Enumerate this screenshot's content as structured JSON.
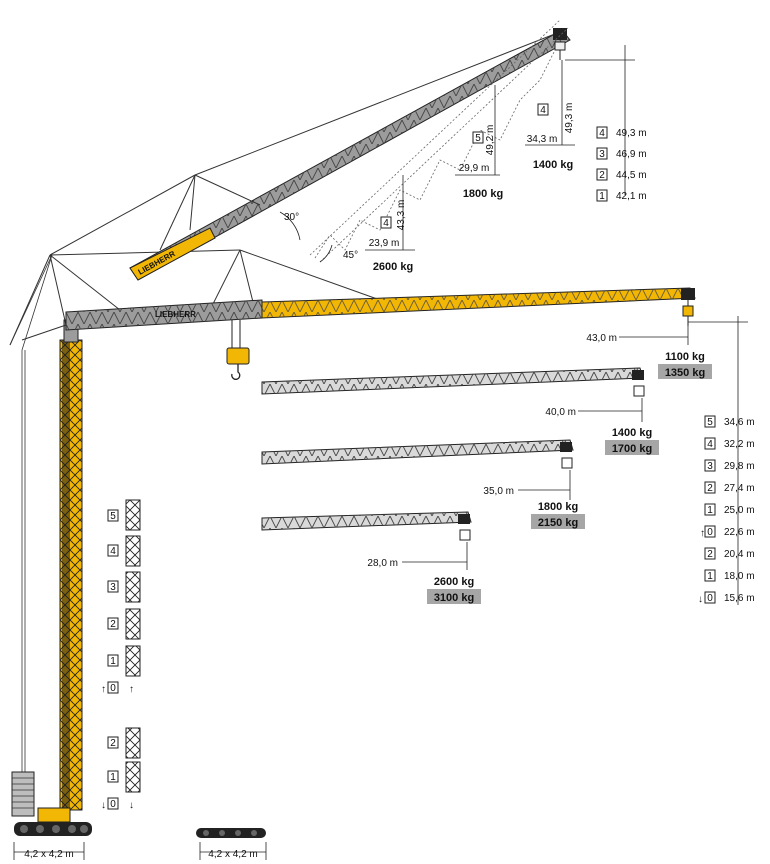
{
  "colors": {
    "yellow": "#f2b705",
    "grey": "#9c9c9c",
    "black": "#1a1a1a",
    "shade": "#a6a6a6"
  },
  "brand": "LIEBHERR",
  "luffing": {
    "angle_30": "30°",
    "angle_45": "45°",
    "configs": [
      {
        "box": "4",
        "height": "49,3 m",
        "radius": "34,3 m",
        "load": "1400 kg"
      },
      {
        "box": "5",
        "height": "49,2 m",
        "radius": "29,9 m",
        "load": "1800 kg"
      },
      {
        "box": "4",
        "height": "43,3 m",
        "radius": "23,9 m",
        "load": "2600 kg"
      }
    ],
    "height_table": [
      {
        "box": "4",
        "value": "49,3 m"
      },
      {
        "box": "3",
        "value": "46,9 m"
      },
      {
        "box": "2",
        "value": "44,5 m"
      },
      {
        "box": "1",
        "value": "42,1 m"
      }
    ]
  },
  "horizontal": {
    "configs": [
      {
        "radius": "43,0 m",
        "load": "1100 kg",
        "load_alt": "1350 kg"
      },
      {
        "radius": "40,0 m",
        "load": "1400 kg",
        "load_alt": "1700 kg"
      },
      {
        "radius": "35,0 m",
        "load": "1800 kg",
        "load_alt": "2150 kg"
      },
      {
        "radius": "28,0 m",
        "load": "2600 kg",
        "load_alt": "3100 kg"
      }
    ],
    "height_table": [
      {
        "box": "5",
        "value": "34,6 m"
      },
      {
        "box": "4",
        "value": "32,2 m"
      },
      {
        "box": "3",
        "value": "29,8 m"
      },
      {
        "box": "2",
        "value": "27,4 m"
      },
      {
        "box": "1",
        "value": "25,0 m"
      },
      {
        "box": "0",
        "value": "22,6 m",
        "arrow": "up"
      },
      {
        "box": "2",
        "value": "20,4 m"
      },
      {
        "box": "1",
        "value": "18,0 m"
      },
      {
        "box": "0",
        "value": "15,6 m",
        "arrow": "down"
      }
    ]
  },
  "mast_sections": [
    {
      "box": "5"
    },
    {
      "box": "4"
    },
    {
      "box": "3"
    },
    {
      "box": "2"
    },
    {
      "box": "1"
    },
    {
      "box": "0",
      "arrow": "up"
    },
    {
      "box": "2"
    },
    {
      "box": "1"
    },
    {
      "box": "0",
      "arrow": "down"
    }
  ],
  "base": {
    "left": "4,2 x 4,2 m",
    "right": "4,2 x 4,2 m"
  }
}
